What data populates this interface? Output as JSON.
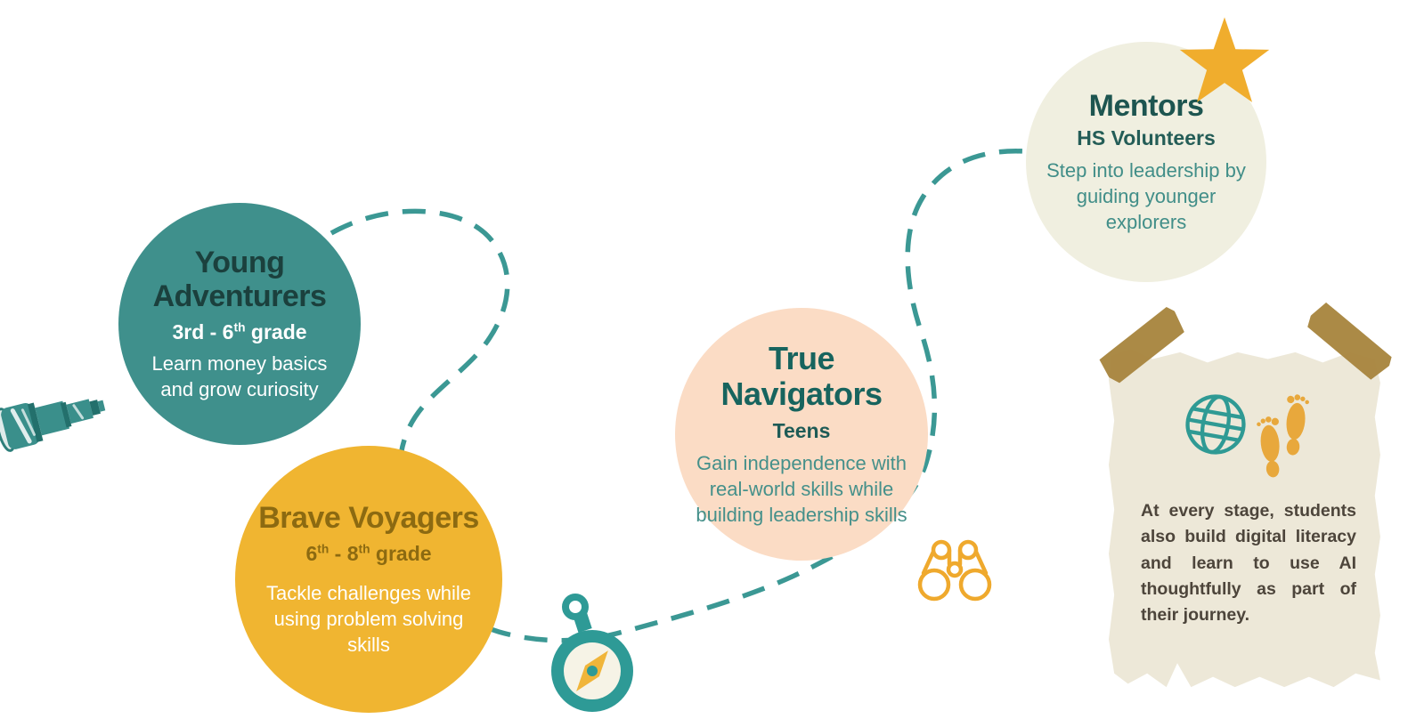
{
  "palette": {
    "teal": "#3F908C",
    "teal_dark_text": "#1B403D",
    "teal_body_text": "#45908A",
    "gold": "#F0B531",
    "brown_text": "#8C6A11",
    "peach": "#FBDCC5",
    "cream": "#F0EFE0",
    "note_background": "#EDE8D8",
    "tape_brown": "#A8853E",
    "note_text_color": "#4D453B",
    "dash_teal": "#3B9894",
    "star_gold": "#F0AD2D"
  },
  "stages": [
    {
      "id": "young-adventurers",
      "title": "Young Adventurers",
      "grade": [
        {
          "t": "3rd - 6"
        },
        {
          "t": "th"
        },
        {
          "t": " grade"
        }
      ],
      "description": "Learn money basics and grow curiosity"
    },
    {
      "id": "brave-voyagers",
      "title": "Brave Voyagers",
      "grade": [
        {
          "t": "6"
        },
        {
          "t": "th"
        },
        {
          "t": " - 8"
        },
        {
          "t": "th"
        },
        {
          "t": " grade"
        }
      ],
      "description": "Tackle challenges while using problem solving skills"
    },
    {
      "id": "true-navigators",
      "title": "True Navigators",
      "subtitle": "Teens",
      "description": "Gain independence with real-world skills while building leadership skills"
    },
    {
      "id": "mentors",
      "title": "Mentors",
      "subtitle": "HS Volunteers",
      "description": "Step into leadership by guiding younger explorers"
    }
  ],
  "note": {
    "text": "At every stage, students also build digital literacy and learn to use AI thoughtfully as part of their journey."
  },
  "icons": {
    "telescope": "telescope-icon",
    "compass": "compass-icon",
    "binoculars": "binoculars-icon",
    "globe": "globe-icon",
    "footprints": "footprints-icon",
    "star": "star-icon",
    "tape": "tape-strip"
  }
}
